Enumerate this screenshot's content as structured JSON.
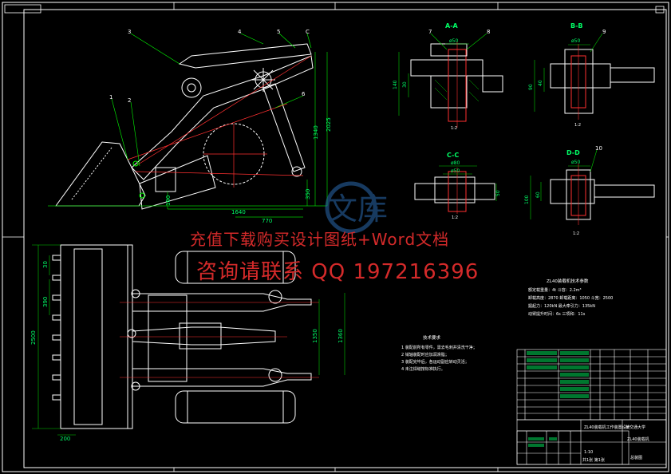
{
  "colors": {
    "background": "#000000",
    "frame": "#ffffff",
    "part_lines": "#ffffff",
    "dimension_lines": "#00cc00",
    "section_labels": "#00ff66",
    "centerlines": "#ff3030",
    "callout_lines": "#00ff00",
    "table_text": "#ffffff",
    "watermark": "#d42a2a"
  },
  "section_views": {
    "aa": {
      "label": "A-A",
      "dims": [
        "ø50",
        "140",
        "30"
      ],
      "callouts": [
        "7",
        "8"
      ],
      "note": "1:2"
    },
    "bb": {
      "label": "B-B",
      "dims": [
        "ø50",
        "40",
        "90"
      ],
      "callouts": [
        "9"
      ],
      "note": "1:2"
    },
    "cc": {
      "label": "C-C",
      "dims": [
        "ø80",
        "ø50",
        "50"
      ],
      "note": "1:2"
    },
    "dd": {
      "label": "D-D",
      "dims": [
        "ø50",
        "100",
        "60"
      ],
      "callouts": [
        "10"
      ],
      "note": "1:2"
    }
  },
  "side_view": {
    "callouts": [
      "1",
      "2",
      "3",
      "4",
      "5",
      "6",
      "C"
    ],
    "dims": [
      "1340",
      "2025",
      "350",
      "770",
      "1640",
      "100"
    ]
  },
  "plan_view": {
    "dims": [
      "2500",
      "390",
      "30",
      "200",
      "1350",
      "1360"
    ]
  },
  "watermark": {
    "line1": "充值下载购买设计图纸+Word文档",
    "line2": "咨询请联系 QQ 197216396",
    "logo_text": "文库"
  },
  "spec_block": {
    "title": "ZL40装载机技术参数",
    "lines": [
      "额定载重量：4t  斗容：2.2m³",
      "卸载高度：2870  卸载距离：1050  斗宽：2500",
      "掘起力：120kN  最大牵引力：135kN",
      "动臂提升时间：6s  三项和：11s"
    ]
  },
  "tech_requirements": {
    "title": "技术要求",
    "items": [
      "1  装配前所有零件，需去毛刺并清洗干净；",
      "2  销轴装配时应加润滑脂；",
      "3  装配完毕后，各运动副应转动灵活；",
      "4  未注焊缝按标准执行。"
    ]
  },
  "title_block": {
    "project": "ZL40装载机工作装置设计",
    "school": "某交通大学",
    "drawing_name": "ZL40装载机",
    "drawing_no": "总装图",
    "scale": "1:10",
    "sheet": "共1张 第1张"
  }
}
